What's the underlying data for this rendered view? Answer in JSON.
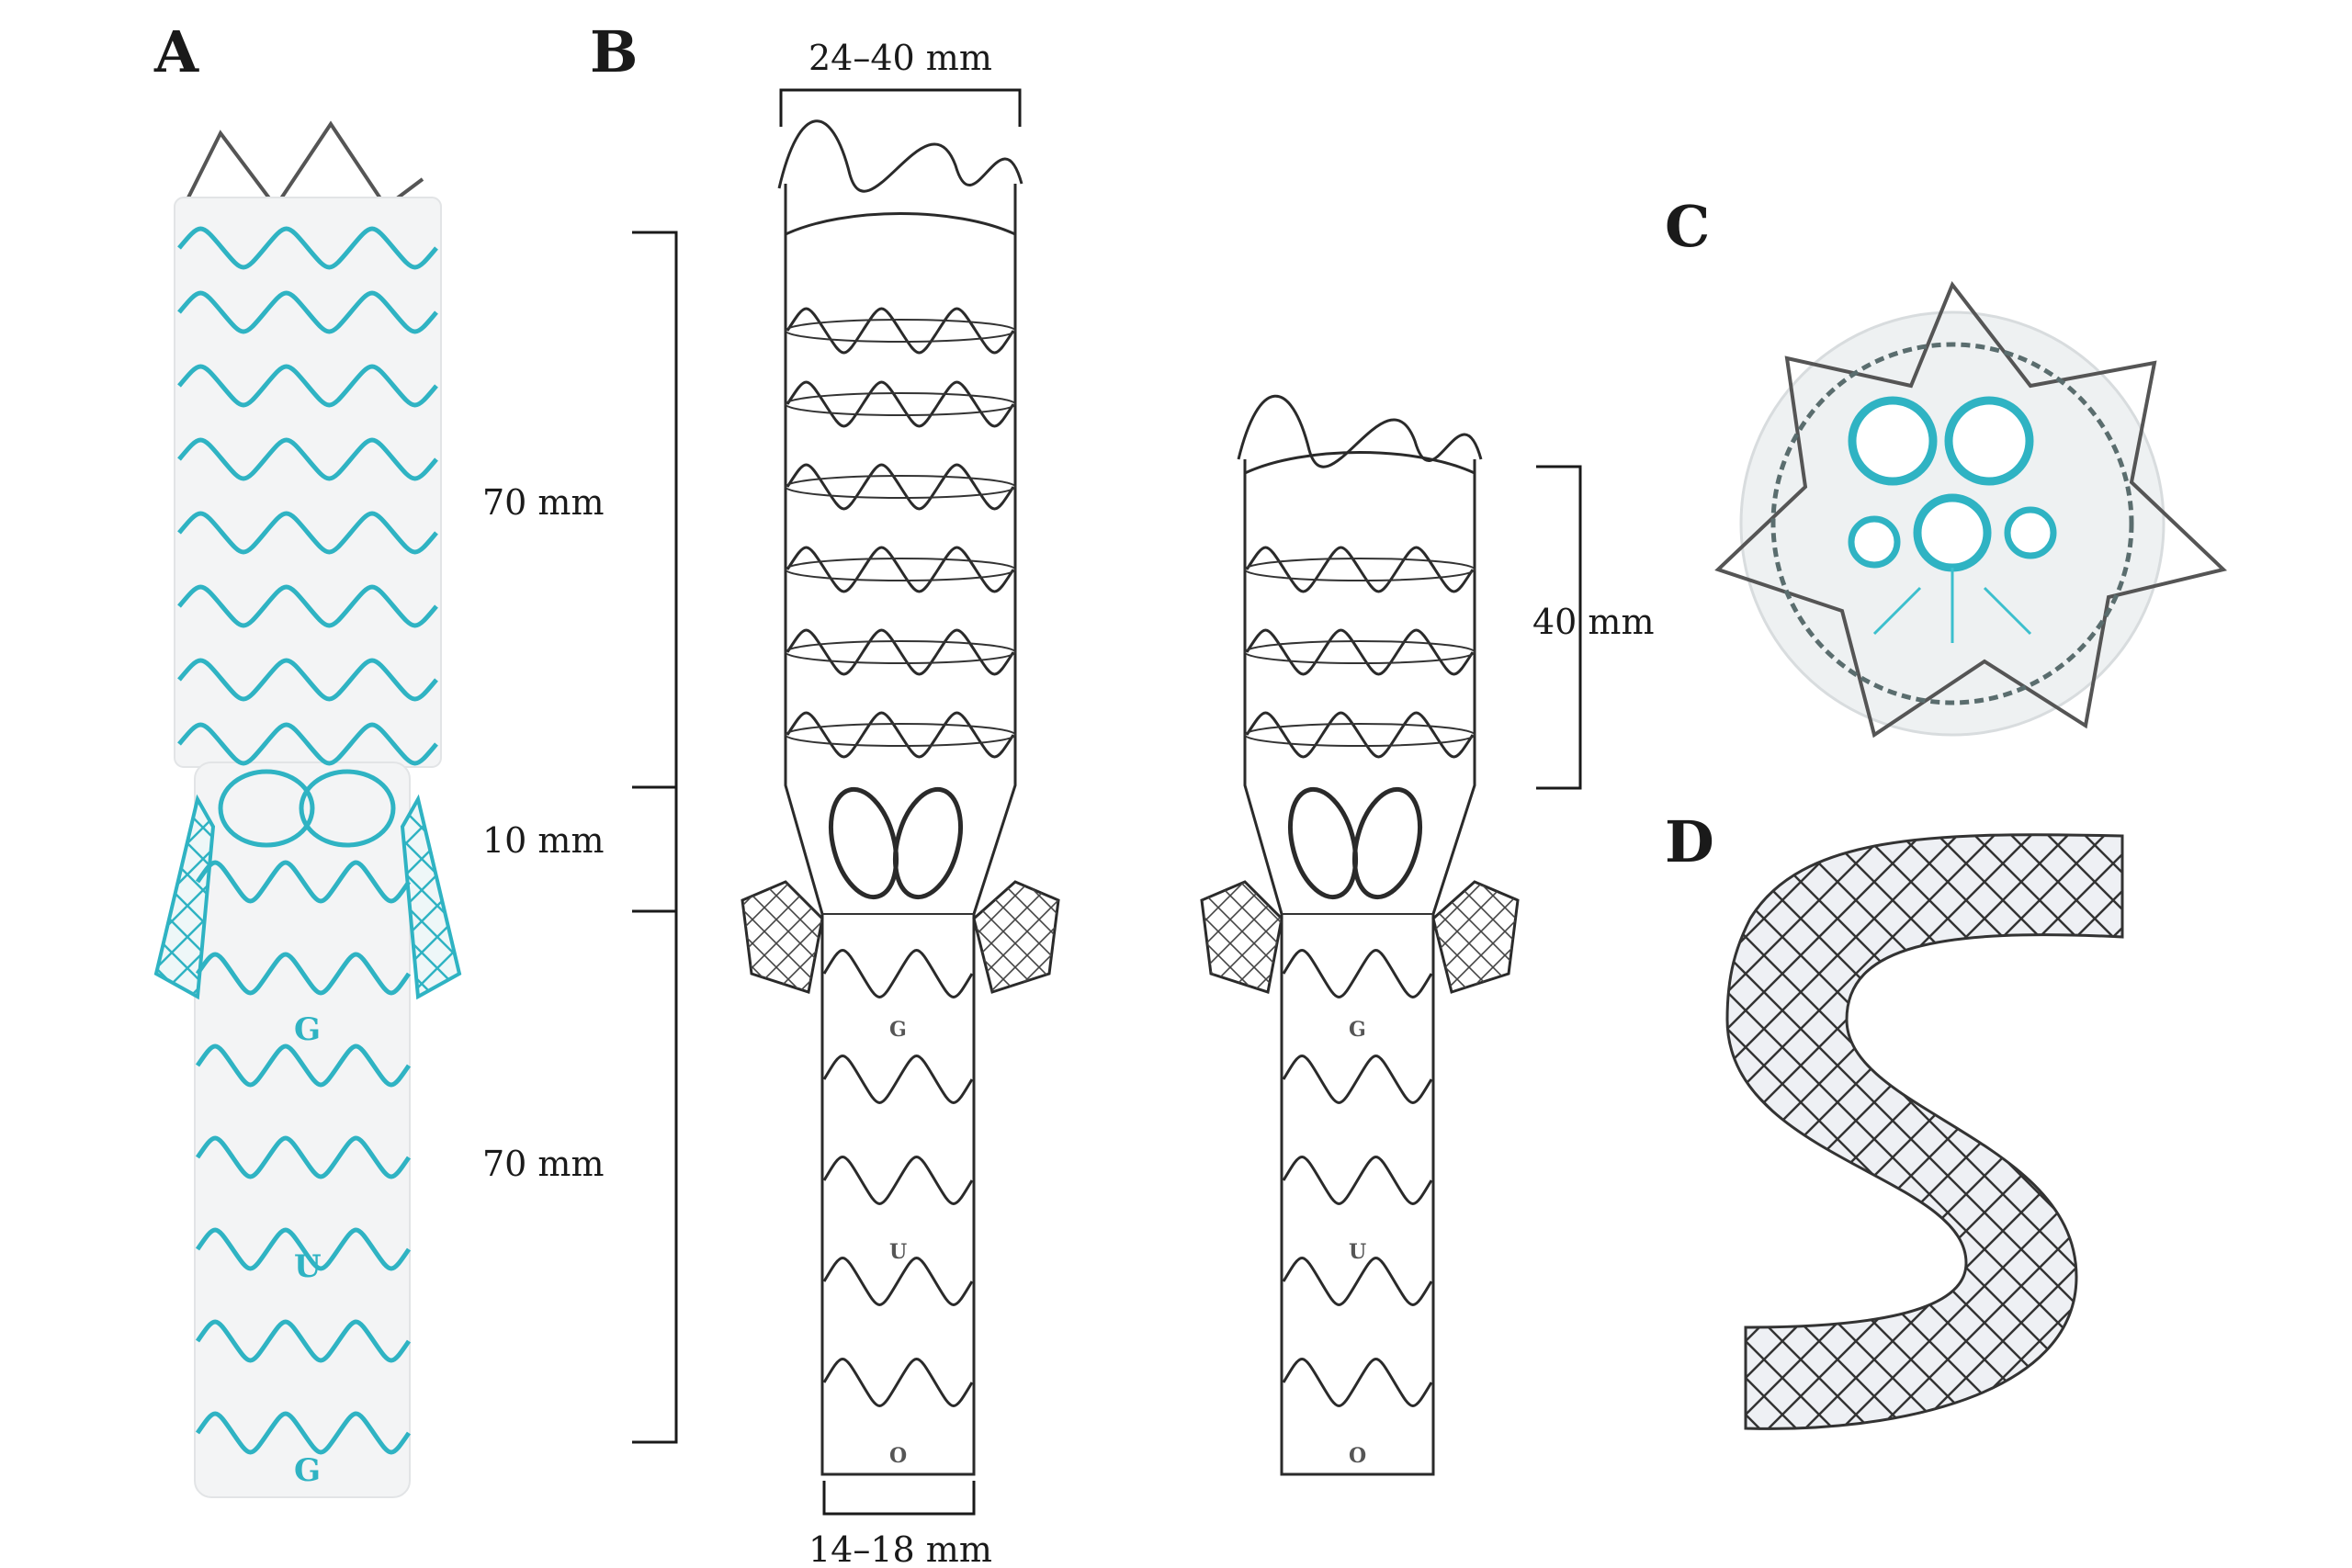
{
  "panels": {
    "a": {
      "label": "A",
      "markers": [
        "G",
        "U",
        "G"
      ]
    },
    "b": {
      "label": "B",
      "dims": {
        "top_width": "24–40 mm",
        "upper_length": "70 mm",
        "branch_length": "10 mm",
        "lower_length": "70 mm",
        "bottom_width": "14–18 mm",
        "short_length": "40 mm"
      },
      "markers": [
        "G",
        "U",
        "O"
      ]
    },
    "c": {
      "label": "C"
    },
    "d": {
      "label": "D"
    }
  },
  "colors": {
    "wire_teal": "#2fb3c3",
    "ink": "#2a2a2a",
    "fabric": "#f3f4f5"
  }
}
